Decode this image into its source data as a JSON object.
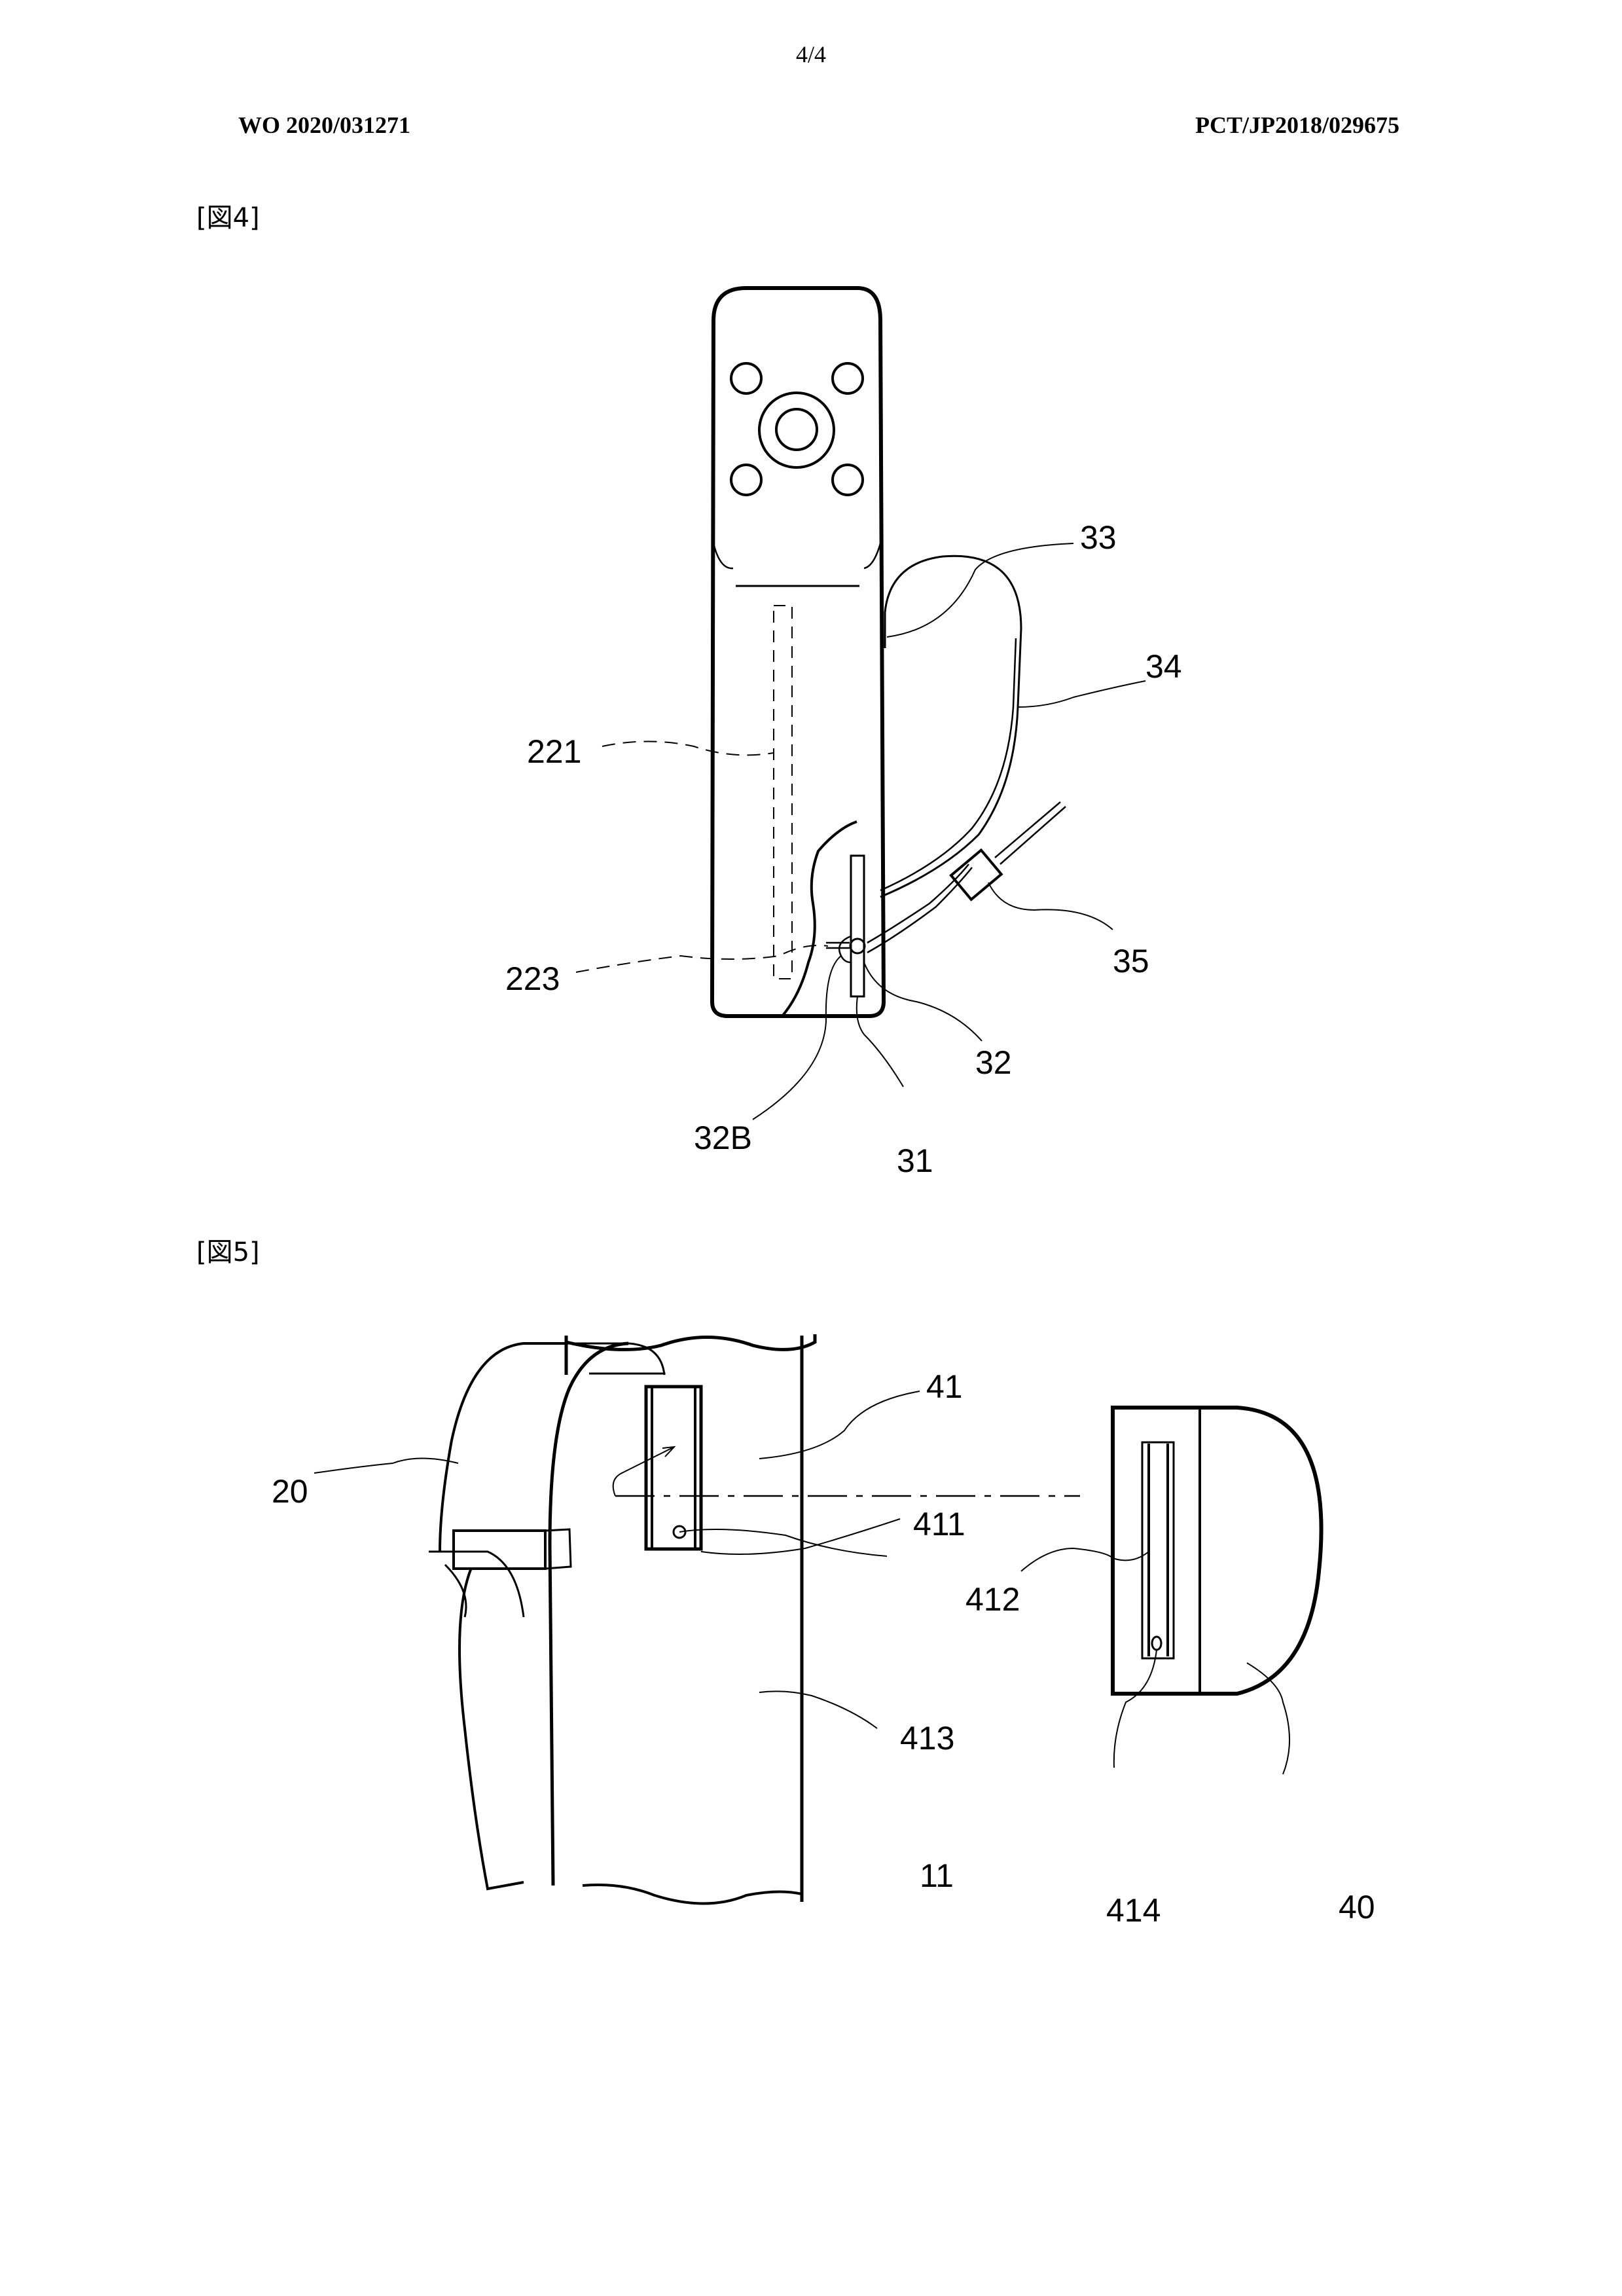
{
  "header": {
    "page_number": "4/4",
    "publication_number": "WO 2020/031271",
    "application_number": "PCT/JP2018/029675"
  },
  "figures": [
    {
      "label": "[図4]",
      "reference_numerals": [
        "33",
        "34",
        "221",
        "35",
        "223",
        "32",
        "32B",
        "31"
      ]
    },
    {
      "label": "[図5]",
      "reference_numerals": [
        "41",
        "20",
        "411",
        "412",
        "413",
        "11",
        "414",
        "40"
      ]
    }
  ]
}
